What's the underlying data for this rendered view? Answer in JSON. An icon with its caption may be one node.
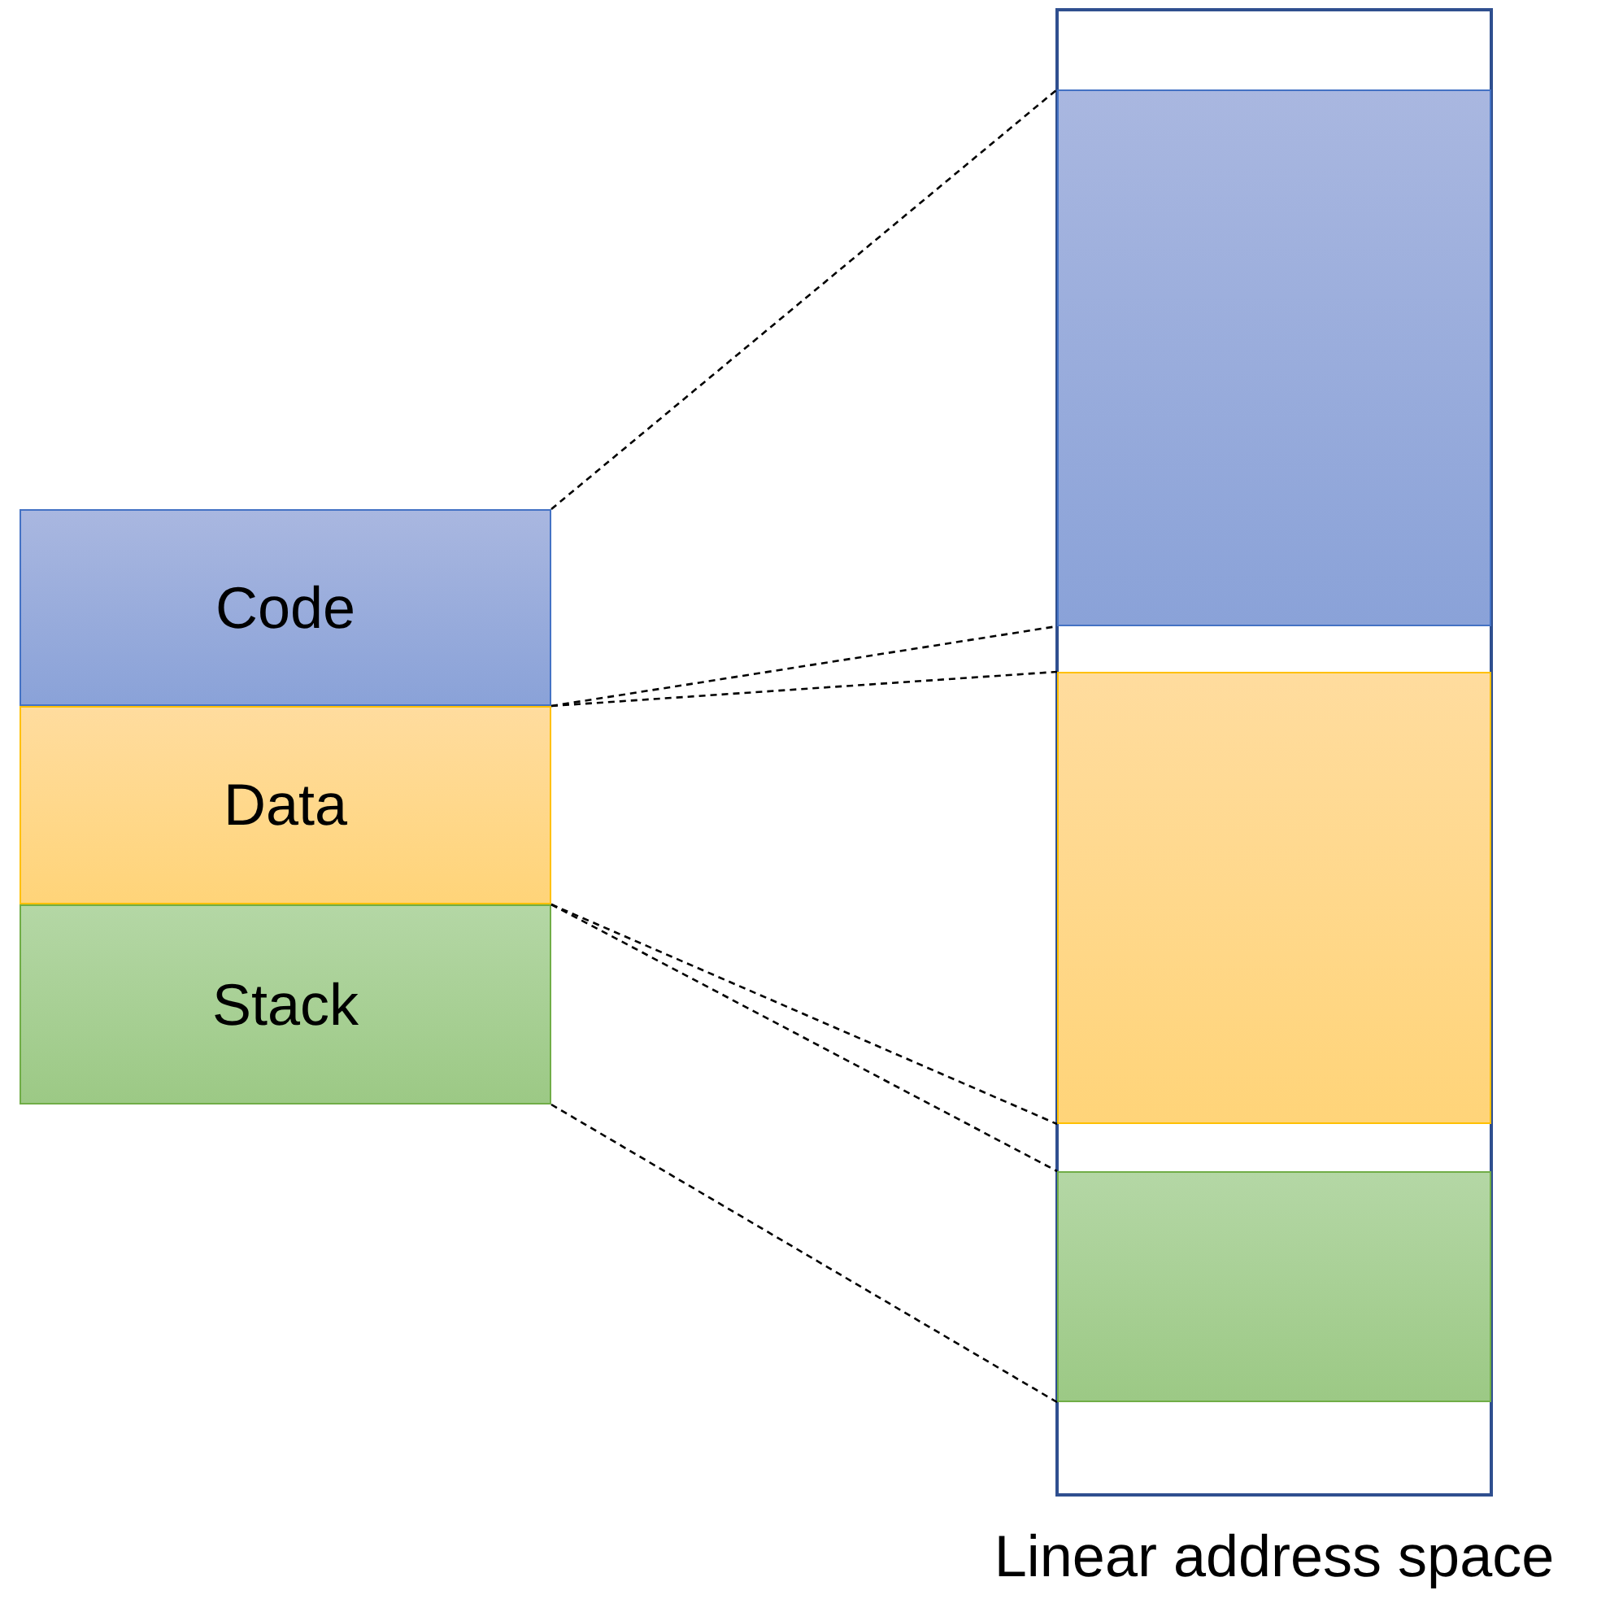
{
  "diagram": {
    "nodes": [
      {
        "text": [
          "Code"
        ]
      },
      {
        "text": [
          "Data"
        ]
      },
      {
        "text": [
          "Stack"
        ]
      },
      {
        "text": [
          "Linear address space"
        ]
      },
      {
        "text": [],
        "shape": "box",
        "in": 3
      },
      {
        "text": [],
        "shape": "box",
        "in": 3
      },
      {
        "text": [],
        "shape": "box",
        "in": 3
      }
    ],
    "edges": [
      {
        "from": 0,
        "to": 4,
        "arrow": "none",
        "style": "dashed"
      },
      {
        "from": 0,
        "to": 4,
        "arrow": "none",
        "style": "dashed"
      },
      {
        "from": 1,
        "to": 5,
        "arrow": "none",
        "style": "dashed"
      },
      {
        "from": 1,
        "to": 5,
        "arrow": "none",
        "style": "dashed"
      },
      {
        "from": 2,
        "to": 6,
        "arrow": "none",
        "style": "dashed"
      },
      {
        "from": 2,
        "to": 6,
        "arrow": "none",
        "style": "dashed"
      }
    ]
  }
}
